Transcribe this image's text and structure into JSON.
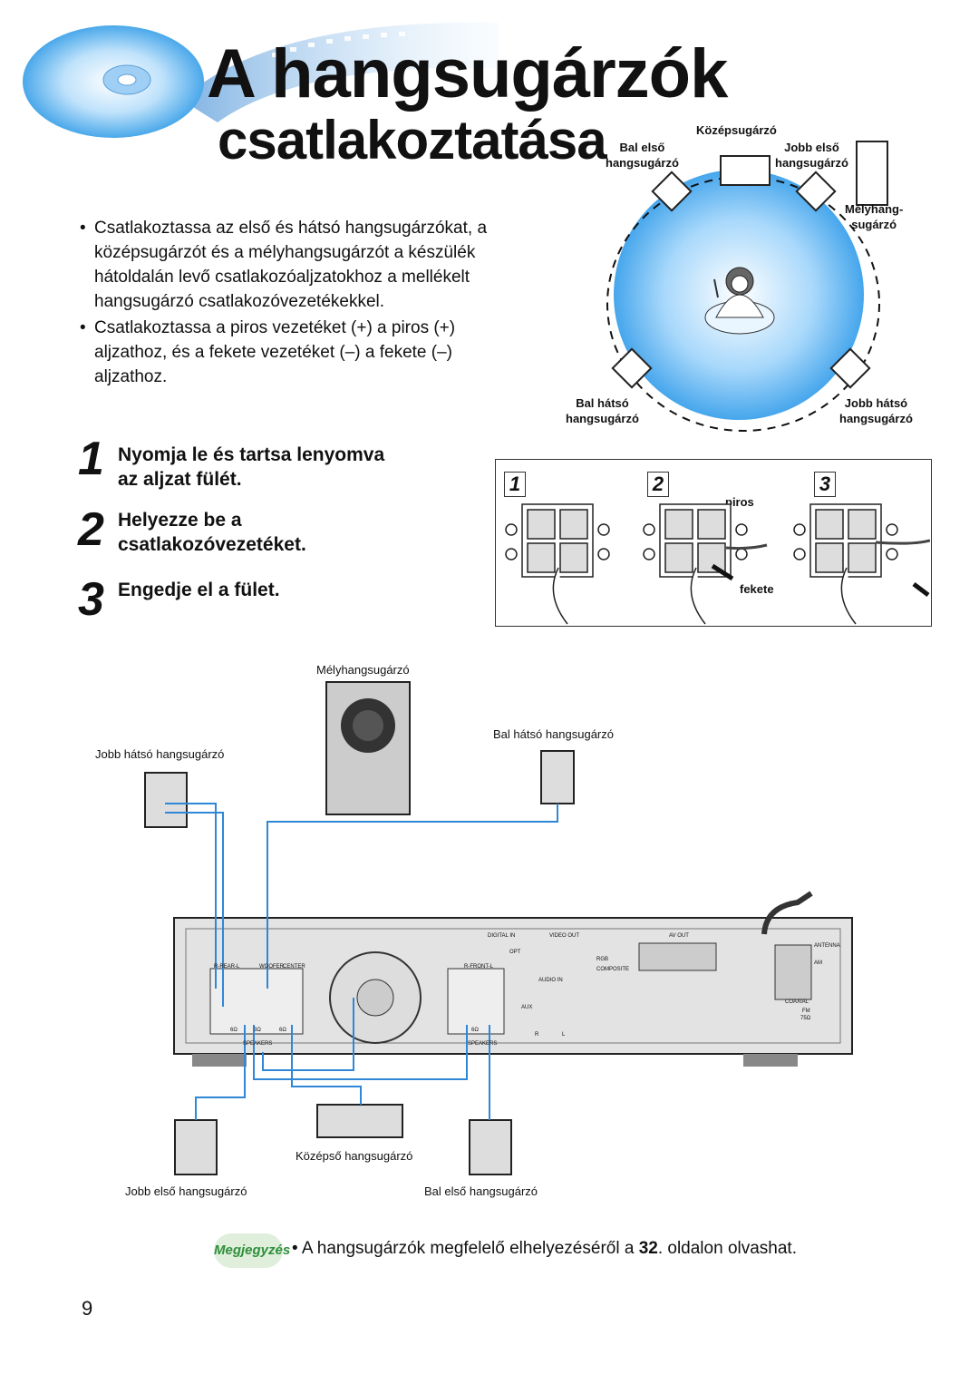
{
  "title": {
    "line1": "A hangsugárzók",
    "line2": "csatlakoztatása"
  },
  "bullets": [
    "Csatlakoztassa az első és hátsó hangsugárzókat, a középsugárzót és a mélyhangsugárzót a készülék hátoldalán levő csatlakozóaljzatokhoz a mellékelt hangsugárzó csatlakozóvezetékekkel.",
    "Csatlakoztassa a piros vezetéket (+) a piros (+) aljzathoz, és a fekete vezetéket (–) a fekete (–) aljzathoz."
  ],
  "layout_diagram": {
    "center": "Középsugárzó",
    "front_left": [
      "Bal első",
      "hangsugárzó"
    ],
    "front_right": [
      "Jobb első",
      "hangsugárzó"
    ],
    "subwoofer": [
      "Mélyhang-",
      "sugárzó"
    ],
    "rear_left": [
      "Bal hátsó",
      "hangsugárzó"
    ],
    "rear_right": [
      "Jobb hátsó",
      "hangsugárzó"
    ]
  },
  "steps": [
    {
      "num": "1",
      "lines": [
        "Nyomja le és tartsa lenyomva",
        "az aljzat fülét."
      ]
    },
    {
      "num": "2",
      "lines": [
        "Helyezze be a",
        "csatlakozóvezetéket."
      ]
    },
    {
      "num": "3",
      "lines": [
        "Engedje el a fület."
      ]
    }
  ],
  "panels": {
    "numbers": [
      "1",
      "2",
      "3"
    ],
    "red_label": "piros",
    "black_label": "fekete"
  },
  "wiring": {
    "subwoofer": "Mélyhangsugárzó",
    "rear_left": "Bal hátsó hangsugárzó",
    "rear_right": "Jobb hátsó hangsugárzó",
    "center": "Középső hangsugárzó",
    "front_right": "Jobb első hangsugárzó",
    "front_left": "Bal első hangsugárzó"
  },
  "receiver_labels": {
    "digital_in": "DIGITAL IN",
    "video_out": "VIDEO OUT",
    "av_out": "AV OUT",
    "antenna": "ANTENNA",
    "rear_group": "R-REAR-L",
    "woofer": "WOOFER",
    "center": "CENTER",
    "front_group": "R-FRONT-L",
    "speakers": "SPEAKERS",
    "audio_in": "AUDIO IN",
    "aux": "AUX",
    "opt": "OPT",
    "rgb": "RGB",
    "composite": "COMPOSITE",
    "am": "AM",
    "coaxial": "COAXIAL",
    "fm": "FM",
    "ohm75": "75Ω",
    "ohm6": "6Ω",
    "ohm3": "3Ω",
    "r": "R",
    "l": "L"
  },
  "note": {
    "badge": "Megjegyzés",
    "text_before": "A hangsugárzók megfelelő elhelyezéséről a ",
    "page_ref": "32",
    "text_after": ". oldalon olvashat."
  },
  "page_number": "9",
  "colors": {
    "accent_blue": "#3a8fd6",
    "wire_blue": "#2f87d8",
    "note_green": "#2f8f3a"
  }
}
